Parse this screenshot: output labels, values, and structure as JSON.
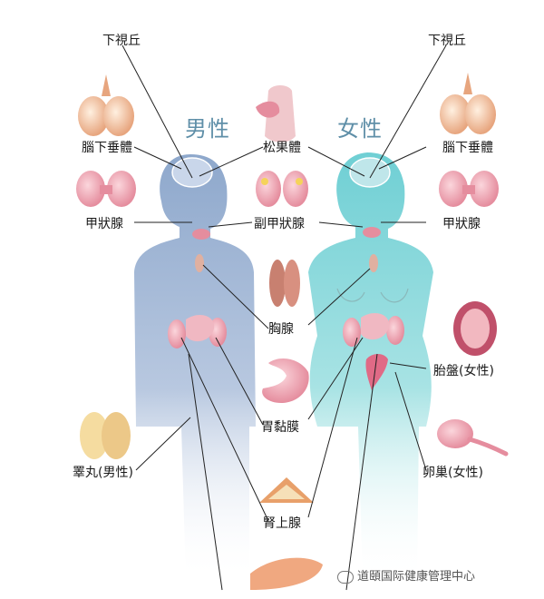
{
  "headings": {
    "male": "男性",
    "female": "女性"
  },
  "labels": {
    "hypothalamus_left": "下視丘",
    "hypothalamus_right": "下視丘",
    "pituitary_left": "腦下垂體",
    "pituitary_right": "腦下垂體",
    "pineal": "松果體",
    "thyroid_left": "甲狀腺",
    "thyroid_right": "甲狀腺",
    "parathyroid": "副甲狀腺",
    "thymus": "胸腺",
    "placenta": "胎盤(女性)",
    "gastric_mucosa": "胃黏膜",
    "testis": "睪丸(男性)",
    "ovary": "卵巢(女性)",
    "adrenal": "腎上腺"
  },
  "watermark": "道頤国际健康管理中心",
  "colors": {
    "male_body": "#9fb4d4",
    "female_body": "#7fd3d6",
    "heading": "#5f8fa8",
    "organ": "#e8a0b0",
    "line": "#222222"
  }
}
